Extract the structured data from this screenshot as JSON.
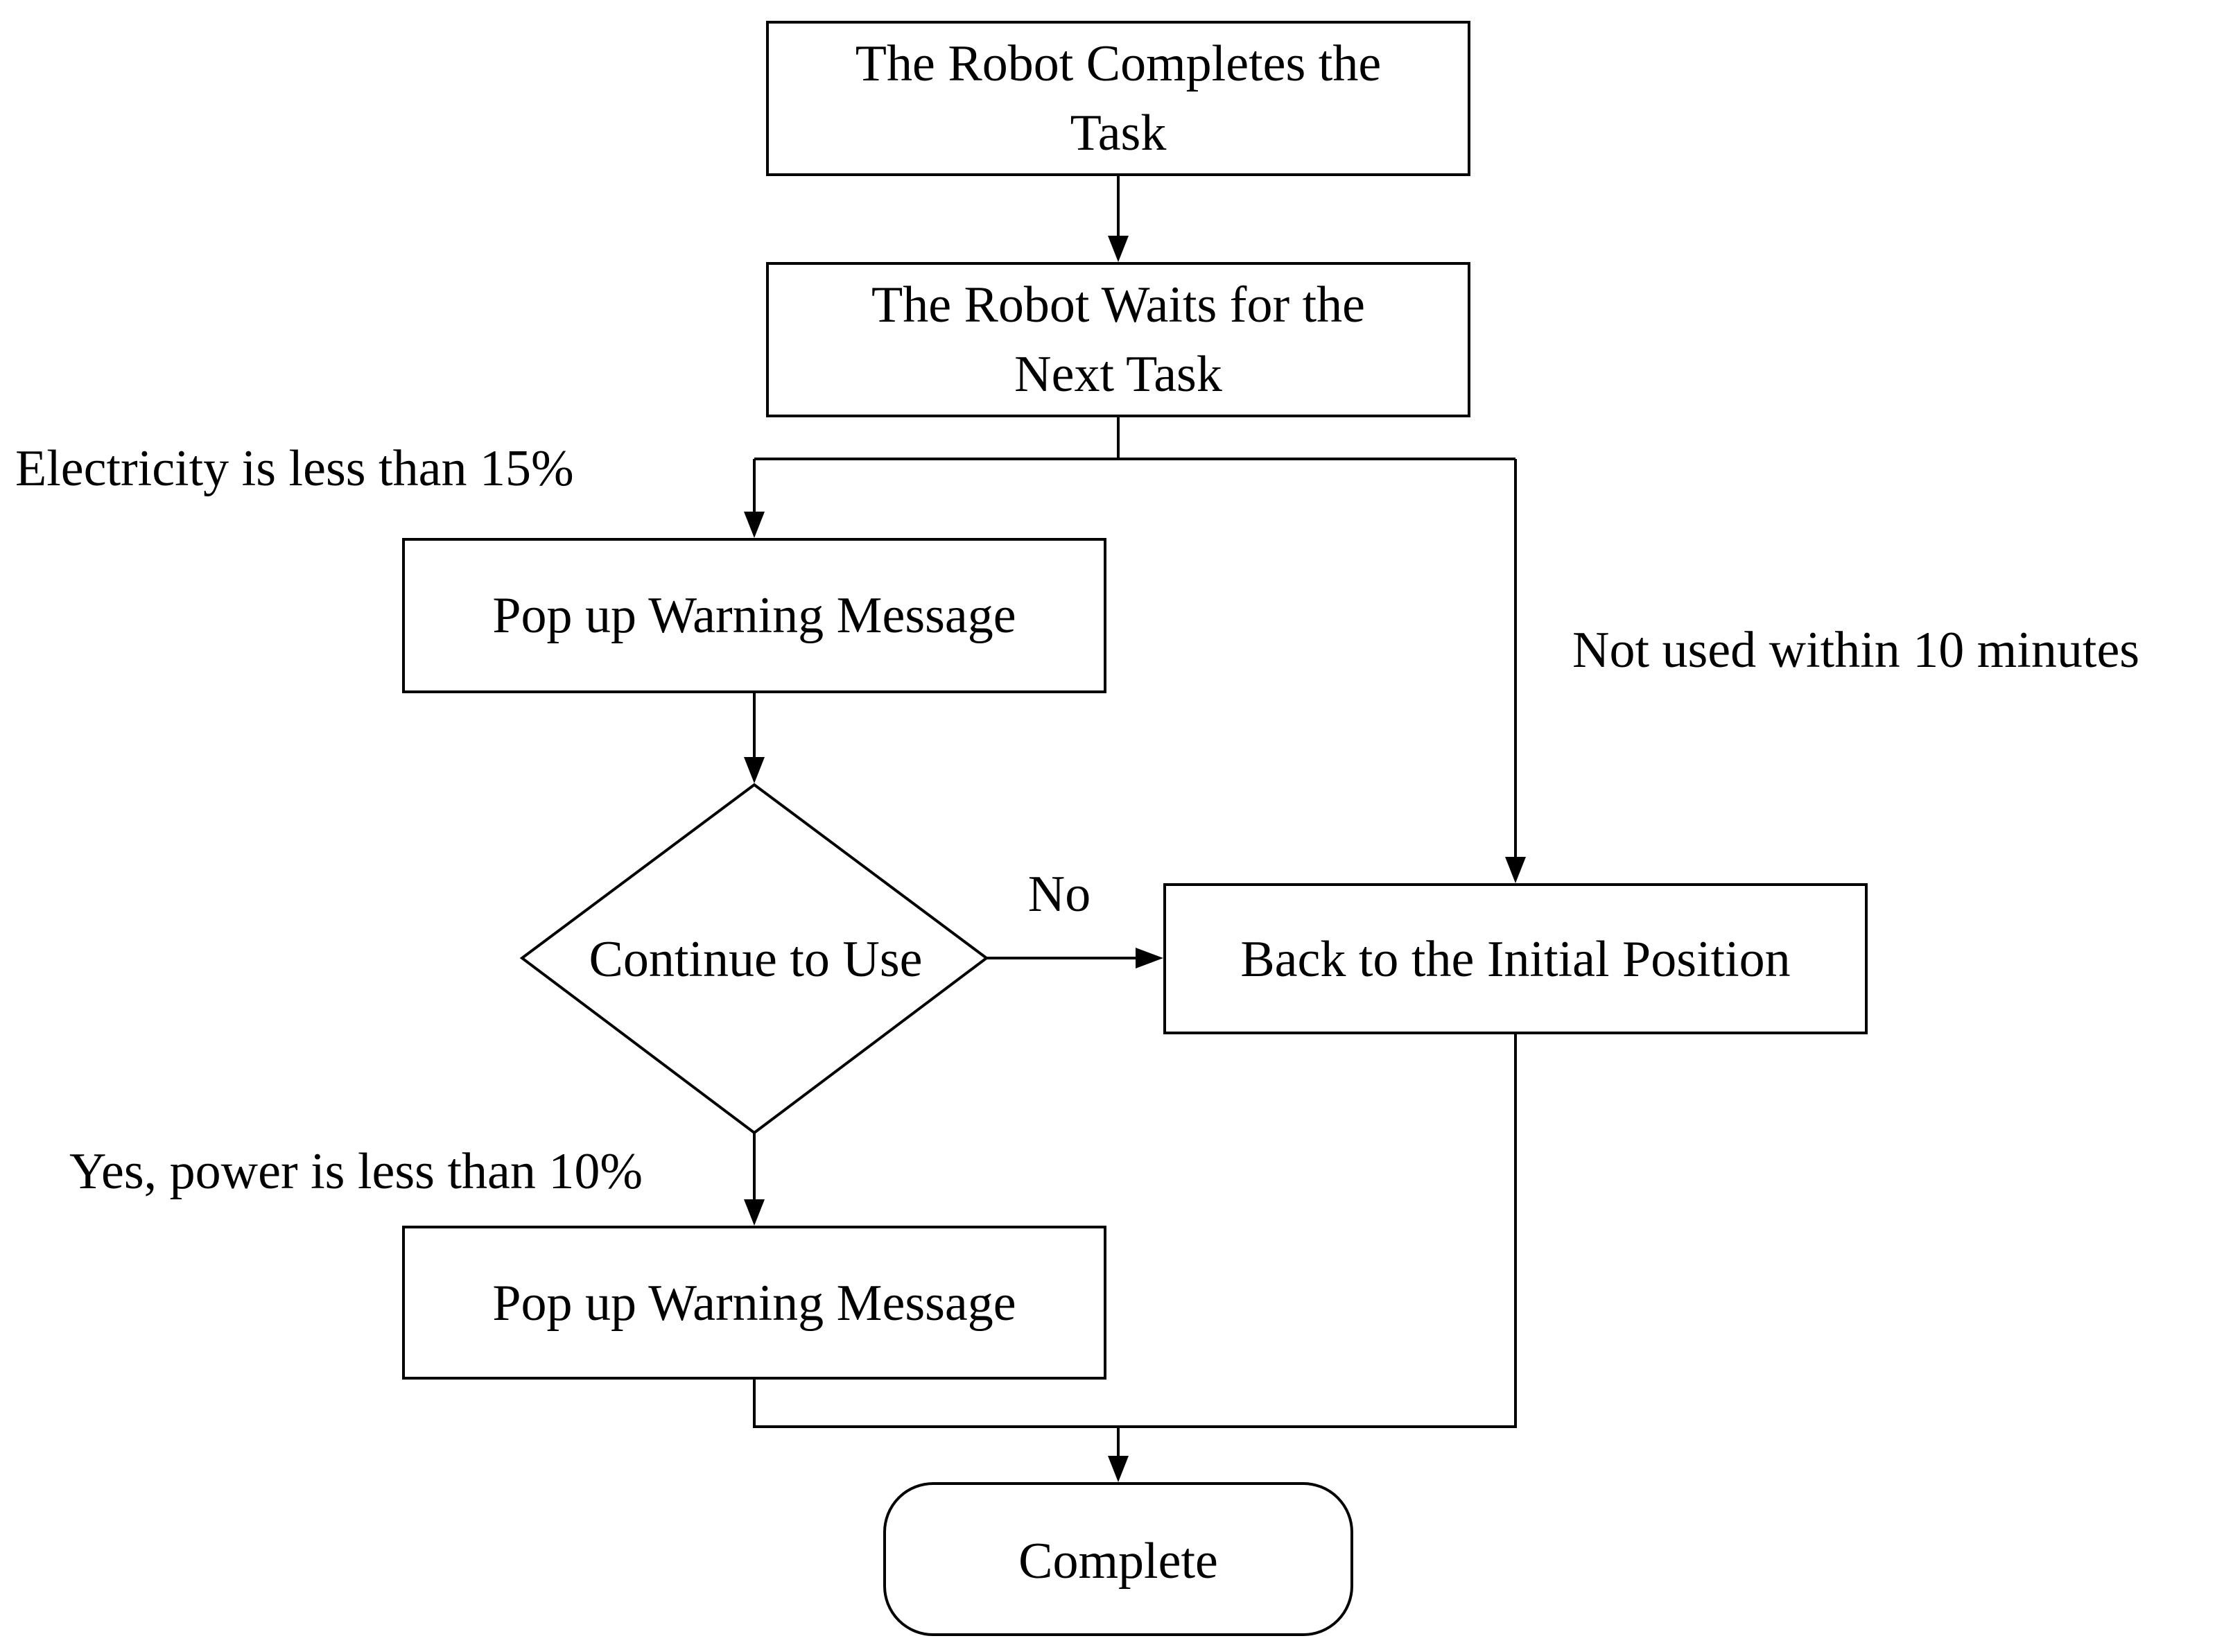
{
  "nodes": {
    "completes_task": {
      "lines": [
        "The Robot Completes the",
        "Task"
      ]
    },
    "waits_next_task": {
      "lines": [
        "The Robot Waits for the",
        "Next Task"
      ]
    },
    "warning_1": {
      "label": "Pop up Warning Message"
    },
    "continue_decision": {
      "label": "Continue to Use"
    },
    "back_initial": {
      "label": "Back to the Initial Position"
    },
    "warning_2": {
      "label": "Pop up Warning Message"
    },
    "complete": {
      "label": "Complete"
    }
  },
  "edge_labels": {
    "electricity_low": "Electricity is less than 15%",
    "not_used": "Not used within 10 minutes",
    "no": "No",
    "yes_power_low": "Yes, power is less than 10%"
  }
}
